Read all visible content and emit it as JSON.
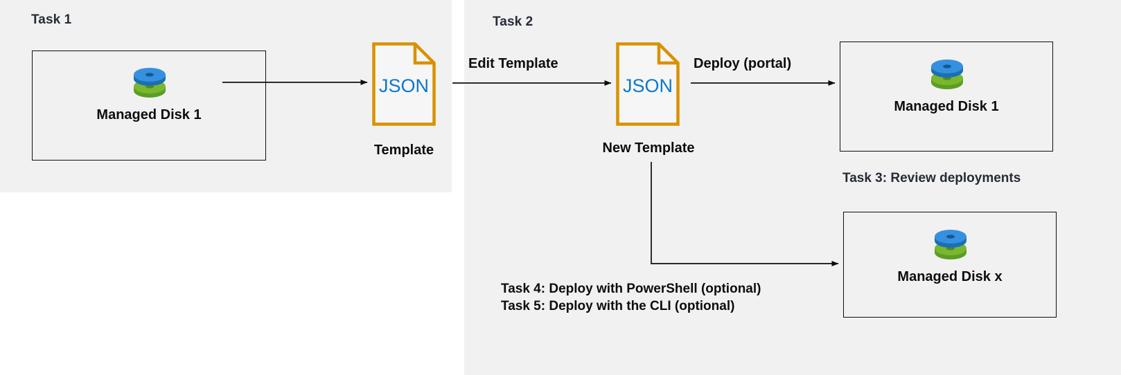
{
  "diagram": {
    "title_sections": {
      "task1": "Task 1",
      "task2": "Task 2"
    },
    "notes": {
      "task3": "Task 3: Review deployments",
      "task4": "Task 4: Deploy with PowerShell (optional)",
      "task5": "Task 5: Deploy with the CLI (optional)"
    },
    "nodes": {
      "managed_disk_1_left": "Managed Disk 1",
      "managed_disk_1_right": "Managed Disk 1",
      "managed_disk_x": "Managed Disk x",
      "json_template_text": "JSON",
      "json_new_template_text": "JSON",
      "template_caption": "Template",
      "new_template_caption": "New Template"
    },
    "edges": {
      "edit_template": "Edit Template",
      "deploy_portal": "Deploy (portal)"
    },
    "colors": {
      "panel_background": "#f1f1f1",
      "page_background": "#ffffff",
      "heading_text": "#262b38",
      "body_text": "#0d0d0d",
      "json_border": "#d99100",
      "json_text": "#0b78ce",
      "disk_top": "#2f8ede",
      "disk_bottom": "#70ad2e",
      "connector": "#0d0d0d"
    },
    "icons": {
      "disk_icon": "managed-disk-icon",
      "json_icon": "json-document-icon"
    }
  }
}
